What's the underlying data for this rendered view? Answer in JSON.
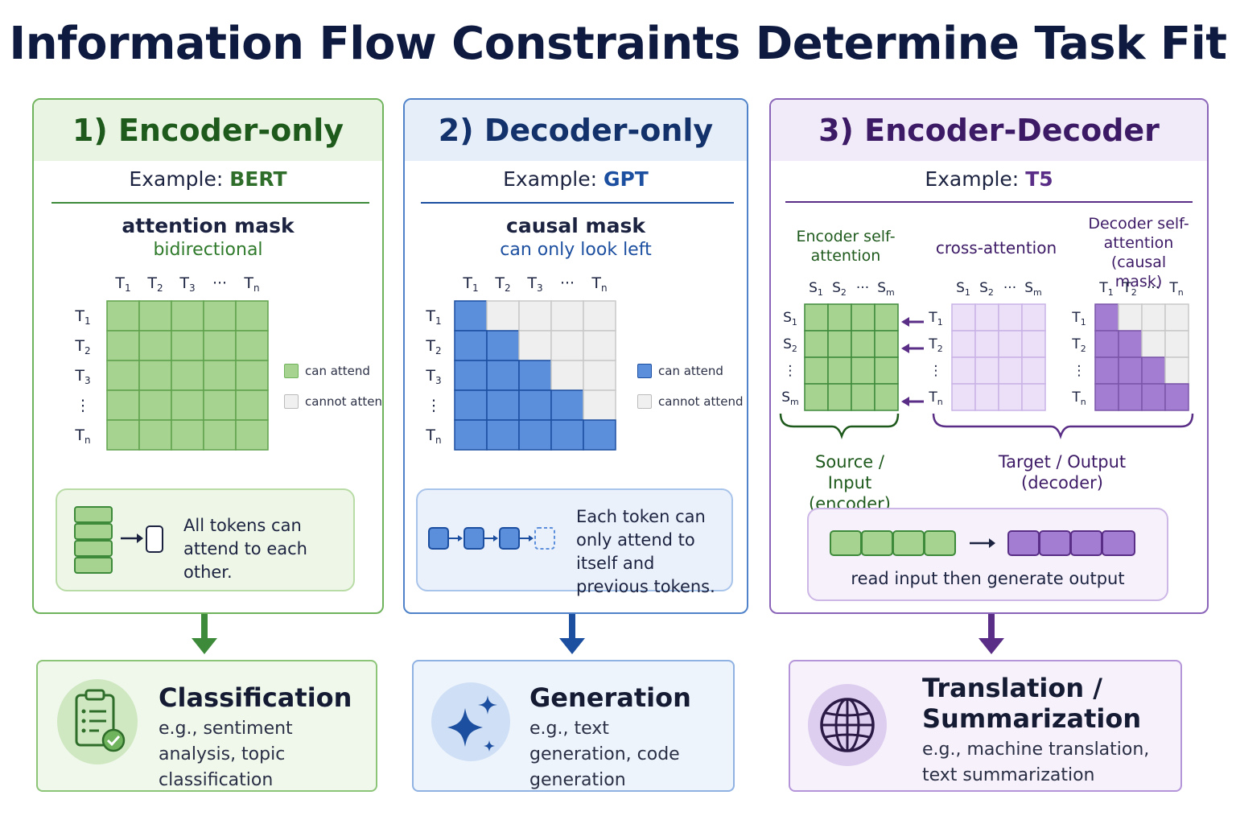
{
  "title": "Information Flow Constraints Determine Task Fit",
  "colors": {
    "green": "#3d8a3a",
    "green_fill": "#a6d490",
    "blue": "#1d4fa0",
    "blue_fill": "#5b8fdc",
    "purple": "#5a2e86",
    "purple_fill": "#a27dd2",
    "empty": "#efefef"
  },
  "panels": [
    {
      "heading": "1) Encoder-only",
      "example_prefix": "Example:",
      "example_model": "BERT",
      "mask_title": "attention mask",
      "mask_subtitle": "bidirectional",
      "col_labels": [
        "T1",
        "T2",
        "T3",
        "···",
        "Tn"
      ],
      "row_labels": [
        "T1",
        "T2",
        "T3",
        "⋮",
        "Tn"
      ],
      "legend_attend": "can attend",
      "legend_cannot": "cannot attend",
      "note": "All tokens can attend to each other."
    },
    {
      "heading": "2) Decoder-only",
      "example_prefix": "Example:",
      "example_model": "GPT",
      "mask_title": "causal mask",
      "mask_subtitle": "can only look left",
      "col_labels": [
        "T1",
        "T2",
        "T3",
        "···",
        "Tn"
      ],
      "row_labels": [
        "T1",
        "T2",
        "T3",
        "⋮",
        "Tn"
      ],
      "legend_attend": "can attend",
      "legend_cannot": "cannot attend",
      "note": "Each token can only attend to itself and previous tokens."
    },
    {
      "heading": "3) Encoder-Decoder",
      "example_prefix": "Example:",
      "example_model": "T5",
      "enc_title": "Encoder self-attention",
      "cross_title": "cross-attention",
      "dec_title": "Decoder self-attention (causal mask)",
      "enc_cols": [
        "S1",
        "S2",
        "···",
        "Sm"
      ],
      "enc_rows": [
        "S1",
        "S2",
        "⋮",
        "Sm"
      ],
      "cross_cols": [
        "S1",
        "S2",
        "···",
        "Sm"
      ],
      "cross_rows": [
        "T1",
        "T2",
        "⋮",
        "Tn"
      ],
      "dec_cols": [
        "T1",
        "T2",
        "···",
        "Tn"
      ],
      "dec_rows": [
        "T1",
        "T2",
        "⋮",
        "Tn"
      ],
      "source_label": "Source / Input (encoder)",
      "target_label": "Target / Output (decoder)",
      "note": "read input then generate output"
    }
  ],
  "tasks": [
    {
      "title": "Classification",
      "desc": "e.g., sentiment analysis, topic classification",
      "icon": "clipboard-check-icon"
    },
    {
      "title": "Generation",
      "desc": "e.g., text generation, code generation",
      "icon": "sparkles-icon"
    },
    {
      "title": "Translation / Summarization",
      "desc": "e.g., machine translation, text summarization",
      "icon": "globe-icon"
    }
  ]
}
